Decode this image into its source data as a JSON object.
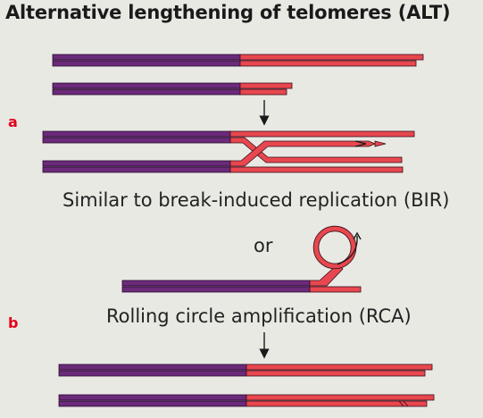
{
  "title": "Alternative lengthening of telomeres (ALT)",
  "panels": {
    "a": "a",
    "b": "b"
  },
  "captions": {
    "bir": "Similar to break-induced replication (BIR)",
    "or": "or",
    "rca": "Rolling circle amplification (RCA)"
  },
  "colors": {
    "chromosome": "#6b2a7a",
    "telomere": "#e8474f",
    "outline": "#3a0f1a",
    "label": "#e3001b",
    "background": "#e9e9e4"
  }
}
